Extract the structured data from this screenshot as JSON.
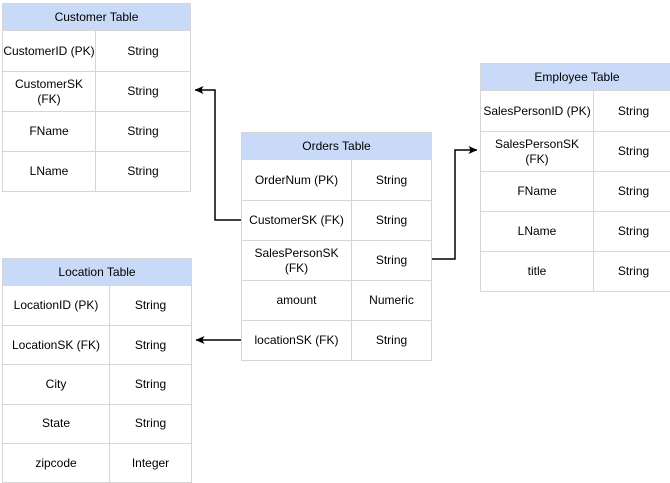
{
  "diagram": {
    "colors": {
      "header_fill": "#c9daf8",
      "table_border": "#d6d6d6",
      "connector": "#000000",
      "text": "#000000",
      "background": "#ffffff"
    },
    "tables": [
      {
        "title": "Customer Table",
        "rows": [
          {
            "field": "CustomerID (PK)",
            "type": "String"
          },
          {
            "field": "CustomerSK\n(FK)",
            "type": "String"
          },
          {
            "field": "FName",
            "type": "String"
          },
          {
            "field": "LName",
            "type": "String"
          }
        ]
      },
      {
        "title": "Orders Table",
        "rows": [
          {
            "field": "OrderNum (PK)",
            "type": "String"
          },
          {
            "field": "CustomerSK (FK)",
            "type": "String"
          },
          {
            "field": "SalesPersonSK\n(FK)",
            "type": "String"
          },
          {
            "field": "amount",
            "type": "Numeric"
          },
          {
            "field": "locationSK (FK)",
            "type": "String"
          }
        ]
      },
      {
        "title": "Employee Table",
        "rows": [
          {
            "field": "SalesPersonID (PK)",
            "type": "String"
          },
          {
            "field": "SalesPersonSK\n(FK)",
            "type": "String"
          },
          {
            "field": "FName",
            "type": "String"
          },
          {
            "field": "LName",
            "type": "String"
          },
          {
            "field": "title",
            "type": "String"
          }
        ]
      },
      {
        "title": "Location Table",
        "rows": [
          {
            "field": "LocationID (PK)",
            "type": "String"
          },
          {
            "field": "LocationSK (FK)",
            "type": "String"
          },
          {
            "field": "City",
            "type": "String"
          },
          {
            "field": "State",
            "type": "String"
          },
          {
            "field": "zipcode",
            "type": "Integer"
          }
        ]
      }
    ],
    "relationships": [
      {
        "from": "Orders Table.CustomerSK (FK)",
        "to": "Customer Table.CustomerSK (FK)"
      },
      {
        "from": "Orders Table.SalesPersonSK (FK)",
        "to": "Employee Table.SalesPersonSK (FK)"
      },
      {
        "from": "Orders Table.locationSK (FK)",
        "to": "Location Table.LocationSK (FK)"
      }
    ]
  }
}
